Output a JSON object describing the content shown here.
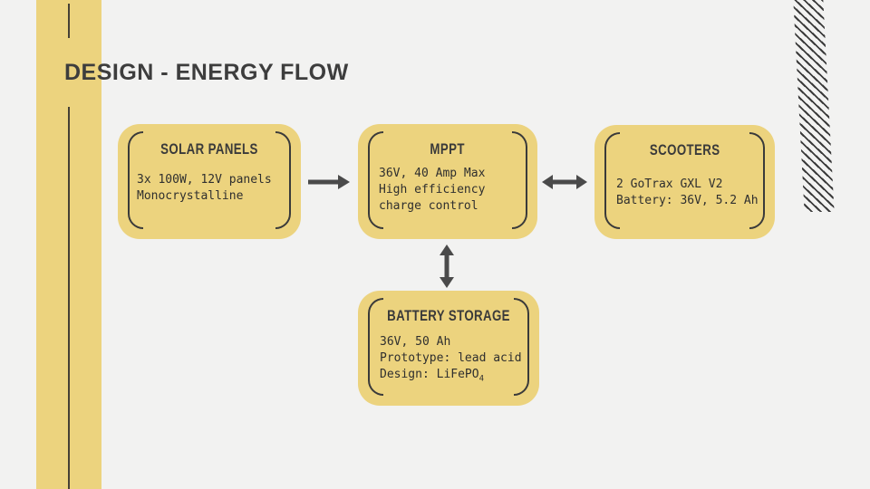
{
  "slide": {
    "title": "DESIGN - ENERGY FLOW"
  },
  "boxes": [
    {
      "id": "solar-panels",
      "title": "SOLAR PANELS",
      "lines": [
        "3x 100W, 12V panels",
        "Monocrystalline"
      ]
    },
    {
      "id": "mppt",
      "title": "MPPT",
      "lines": [
        "36V, 40 Amp Max",
        "High efficiency",
        "charge control"
      ]
    },
    {
      "id": "scooters",
      "title": "SCOOTERS",
      "lines": [
        "2 GoTrax GXL V2",
        "Battery: 36V, 5.2 Ah"
      ]
    },
    {
      "id": "battery-storage",
      "title": "BATTERY STORAGE",
      "lines": [
        "36V, 50 Ah",
        "Prototype: lead acid",
        "Design: LiFePO"
      ],
      "subscript": "4"
    }
  ],
  "connections": [
    {
      "from": "solar-panels",
      "to": "mppt",
      "bidirectional": false
    },
    {
      "from": "mppt",
      "to": "scooters",
      "bidirectional": true
    },
    {
      "from": "mppt",
      "to": "battery-storage",
      "bidirectional": true
    }
  ],
  "colors": {
    "accent_yellow": "#ecd37e",
    "background": "#f2f2f1",
    "ink": "#3d3d3d",
    "arrow": "#4a4a4a"
  }
}
